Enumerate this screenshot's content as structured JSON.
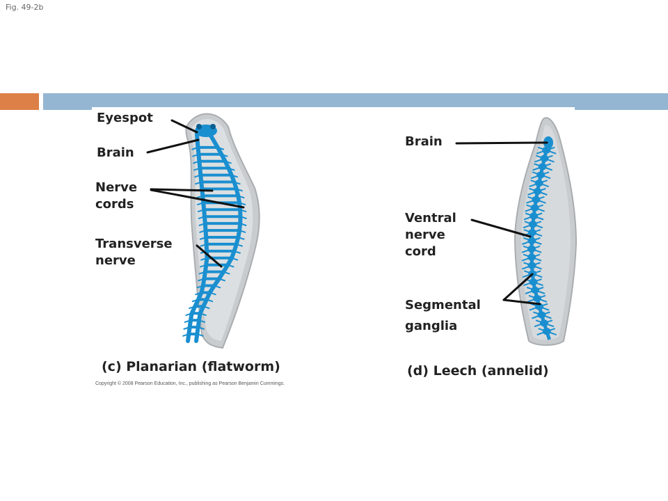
{
  "figure_label": "Fig. 49-2b",
  "colors": {
    "accent_orange": "#dd8047",
    "accent_blue": "#94b6d2",
    "nerve_blue": "#1a8fd0",
    "body_gray": "#c9ccce"
  },
  "planarian": {
    "labels": {
      "eyespot": "Eyespot",
      "brain": "Brain",
      "nerve_cords": "Nerve\ncords",
      "transverse_nerve": "Transverse\nnerve"
    },
    "caption": "(c) Planarian (flatworm)"
  },
  "leech": {
    "labels": {
      "brain": "Brain",
      "ventral_nerve_cord": "Ventral\nnerve\ncord",
      "segmental_ganglia": "Segmental\nganglia"
    },
    "caption": "(d) Leech (annelid)"
  },
  "copyright": "Copyright © 2008 Pearson Education, Inc., publishing as Pearson Benjamin Cummings."
}
